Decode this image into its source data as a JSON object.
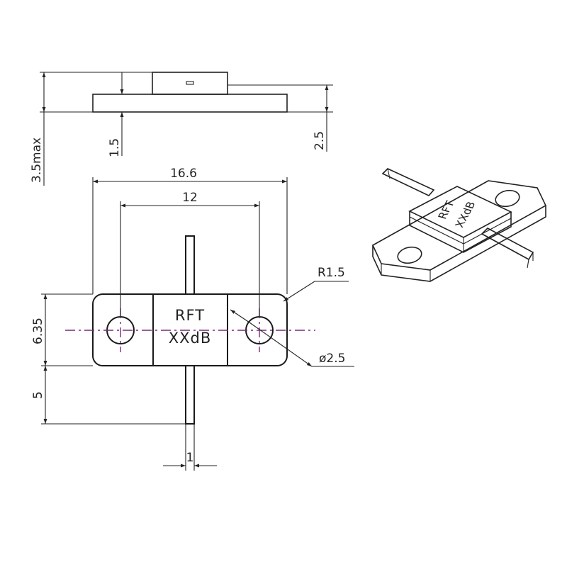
{
  "colors": {
    "line": "#222222",
    "center_line": "#7a2a7a",
    "background": "#ffffff"
  },
  "part_marking": {
    "line1": "RFT",
    "line2": "XXdB",
    "iso_line1": "RFT",
    "iso_line2": "XXdB"
  },
  "dimensions": {
    "total_height": "3.5max",
    "flange_thickness": "1.5",
    "body_height": "2.5",
    "flange_length": "16.6",
    "hole_spacing": "12",
    "flange_width": "6.35",
    "lead_offset": "5",
    "lead_width": "1",
    "corner_radius": "R1.5",
    "hole_diameter": "ø2.5"
  }
}
